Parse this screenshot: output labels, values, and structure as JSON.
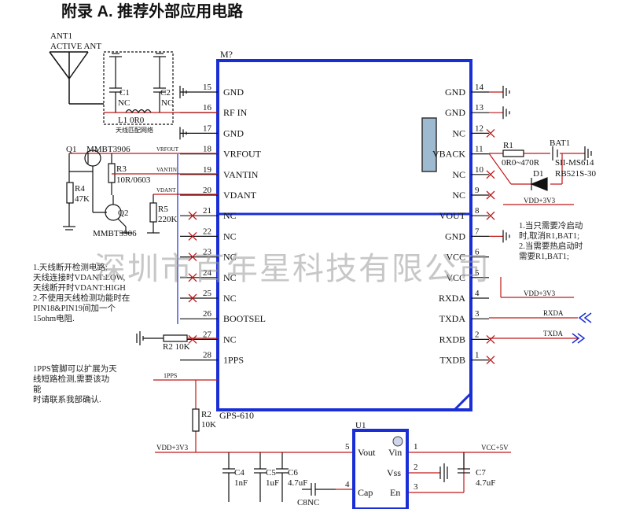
{
  "heading": "附录 A.  推荐外部应用电路",
  "watermark": "深圳市百年星科技有限公司",
  "module": {
    "ref": "M?",
    "part": "GPS-610",
    "left_pins": [
      {
        "num": "15",
        "name": "GND"
      },
      {
        "num": "16",
        "name": "RF IN"
      },
      {
        "num": "17",
        "name": "GND"
      },
      {
        "num": "18",
        "name": "VRFOUT"
      },
      {
        "num": "19",
        "name": "VANTIN"
      },
      {
        "num": "20",
        "name": "VDANT"
      },
      {
        "num": "21",
        "name": "NC"
      },
      {
        "num": "22",
        "name": "NC"
      },
      {
        "num": "23",
        "name": "NC"
      },
      {
        "num": "24",
        "name": "NC"
      },
      {
        "num": "25",
        "name": "NC"
      },
      {
        "num": "26",
        "name": "BOOTSEL"
      },
      {
        "num": "27",
        "name": "NC"
      },
      {
        "num": "28",
        "name": "1PPS"
      }
    ],
    "right_pins": [
      {
        "num": "14",
        "name": "GND"
      },
      {
        "num": "13",
        "name": "GND"
      },
      {
        "num": "12",
        "name": "NC"
      },
      {
        "num": "11",
        "name": "VBACK"
      },
      {
        "num": "10",
        "name": "NC"
      },
      {
        "num": "9",
        "name": "NC"
      },
      {
        "num": "8",
        "name": "VOUT"
      },
      {
        "num": "7",
        "name": "GND"
      },
      {
        "num": "6",
        "name": "VCC"
      },
      {
        "num": "5",
        "name": "VCC"
      },
      {
        "num": "4",
        "name": "RXDA"
      },
      {
        "num": "3",
        "name": "TXDA"
      },
      {
        "num": "2",
        "name": "RXDB"
      },
      {
        "num": "1",
        "name": "TXDB"
      }
    ]
  },
  "antenna": {
    "ref": "ANT1",
    "type": "ACTIVE ANT"
  },
  "matching": {
    "c1_ref": "C1",
    "c1_val": "NC",
    "c2_ref": "C2",
    "c2_val": "NC",
    "l1": "L1  0R0",
    "caption": "天线匹配网络"
  },
  "q1": {
    "ref": "Q1",
    "part": "MMBT3906"
  },
  "q2": {
    "ref": "Q2",
    "part": "MMBT3906"
  },
  "r3": {
    "ref": "R3",
    "val": "10R/0603"
  },
  "r4": {
    "ref": "R4",
    "val": "47K"
  },
  "r5": {
    "ref": "R5",
    "val": "220K"
  },
  "r2_boot": "R2 10K",
  "r1": {
    "ref": "R1",
    "val": "0R0~470R"
  },
  "bat1": {
    "ref": "BAT1",
    "part": "SII-MS614"
  },
  "d1": {
    "ref": "D1",
    "part": "RB521S-30"
  },
  "nets": {
    "vrfout": "VRFOUT",
    "vantin": "VANTIN",
    "vdant": "VDANT",
    "vdd_3v3": "VDD+3V3",
    "rxda": "RXDA",
    "txda": "TXDA",
    "pps": "1PPS",
    "vcc_5v": "VCC+5V"
  },
  "notes": {
    "detect": [
      "1.天线断开检测电路;",
      "  天线连接时VDANT:LOW,",
      "  天线断开时VDANT:HIGH",
      "2.不使用天线检测功能时在",
      "  PIN18&PIN19间加一个",
      "  15ohm电阻."
    ],
    "pps": [
      "1PPS管脚可以扩展为天",
      "线短路检测,需要该功",
      "能",
      "时请联系我部确认."
    ],
    "battery": [
      "1.当只需要冷启动",
      "时,取消R1,BAT1;",
      "2.当需要热启动时",
      "  需要R1,BAT1;"
    ]
  },
  "pullup": {
    "ref": "R2",
    "val": "10K"
  },
  "caps": [
    {
      "ref": "C4",
      "val": "1nF"
    },
    {
      "ref": "C5",
      "val": "1uF"
    },
    {
      "ref": "C6",
      "val": "4.7uF"
    },
    {
      "ref": "C8",
      "val": "NC"
    },
    {
      "ref": "C7",
      "val": "4.7uF"
    }
  ],
  "regulator": {
    "ref": "U1",
    "pins": [
      {
        "num": "5",
        "name": "Vout"
      },
      {
        "num": "4",
        "name": "Cap"
      },
      {
        "num": "1",
        "name": "Vin"
      },
      {
        "num": "2",
        "name": "Vss"
      },
      {
        "num": "3",
        "name": "En"
      }
    ]
  },
  "colors": {
    "module_border": "#1a2ed6",
    "wire": "#c01818",
    "component": "#0a0a0a",
    "ic_fill": "#9dbad0"
  }
}
